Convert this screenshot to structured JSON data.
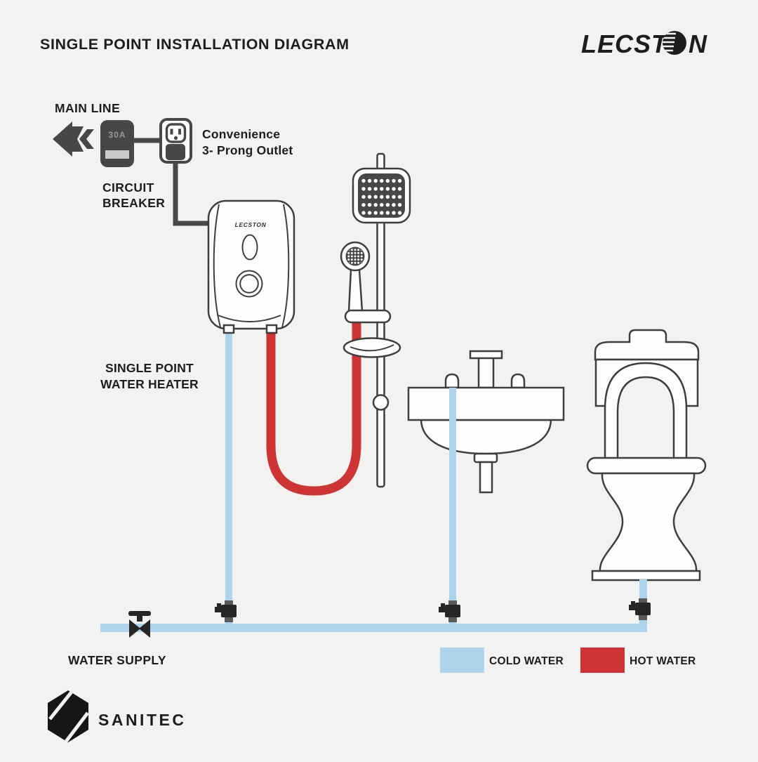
{
  "page": {
    "background": "#f2f2f0"
  },
  "title": "SINGLE POINT INSTALLATION DIAGRAM",
  "brand_top": {
    "name": "LECSTON",
    "text_before_o": "LECST",
    "text_after_o": "N"
  },
  "colors": {
    "cold_water": "#aed3ec",
    "hot_water": "#cd3433",
    "dark": "#474747",
    "outline": "#3f3f3f"
  },
  "electrical": {
    "main_line_label": "MAIN LINE",
    "breaker_rating": "30A",
    "circuit_breaker_label_line1": "CIRCUIT",
    "circuit_breaker_label_line2": "BREAKER",
    "outlet_label_line1": "Convenience",
    "outlet_label_line2": "3- Prong Outlet"
  },
  "heater": {
    "brand": "LECSTON",
    "label_line1": "SINGLE POINT",
    "label_line2": "WATER HEATER"
  },
  "supply": {
    "label": "WATER SUPPLY"
  },
  "legend": {
    "items": [
      {
        "label": "COLD WATER",
        "color": "#aed3ec"
      },
      {
        "label": "HOT WATER",
        "color": "#cd3433"
      }
    ]
  },
  "footer": {
    "brand": "SANITEC"
  }
}
